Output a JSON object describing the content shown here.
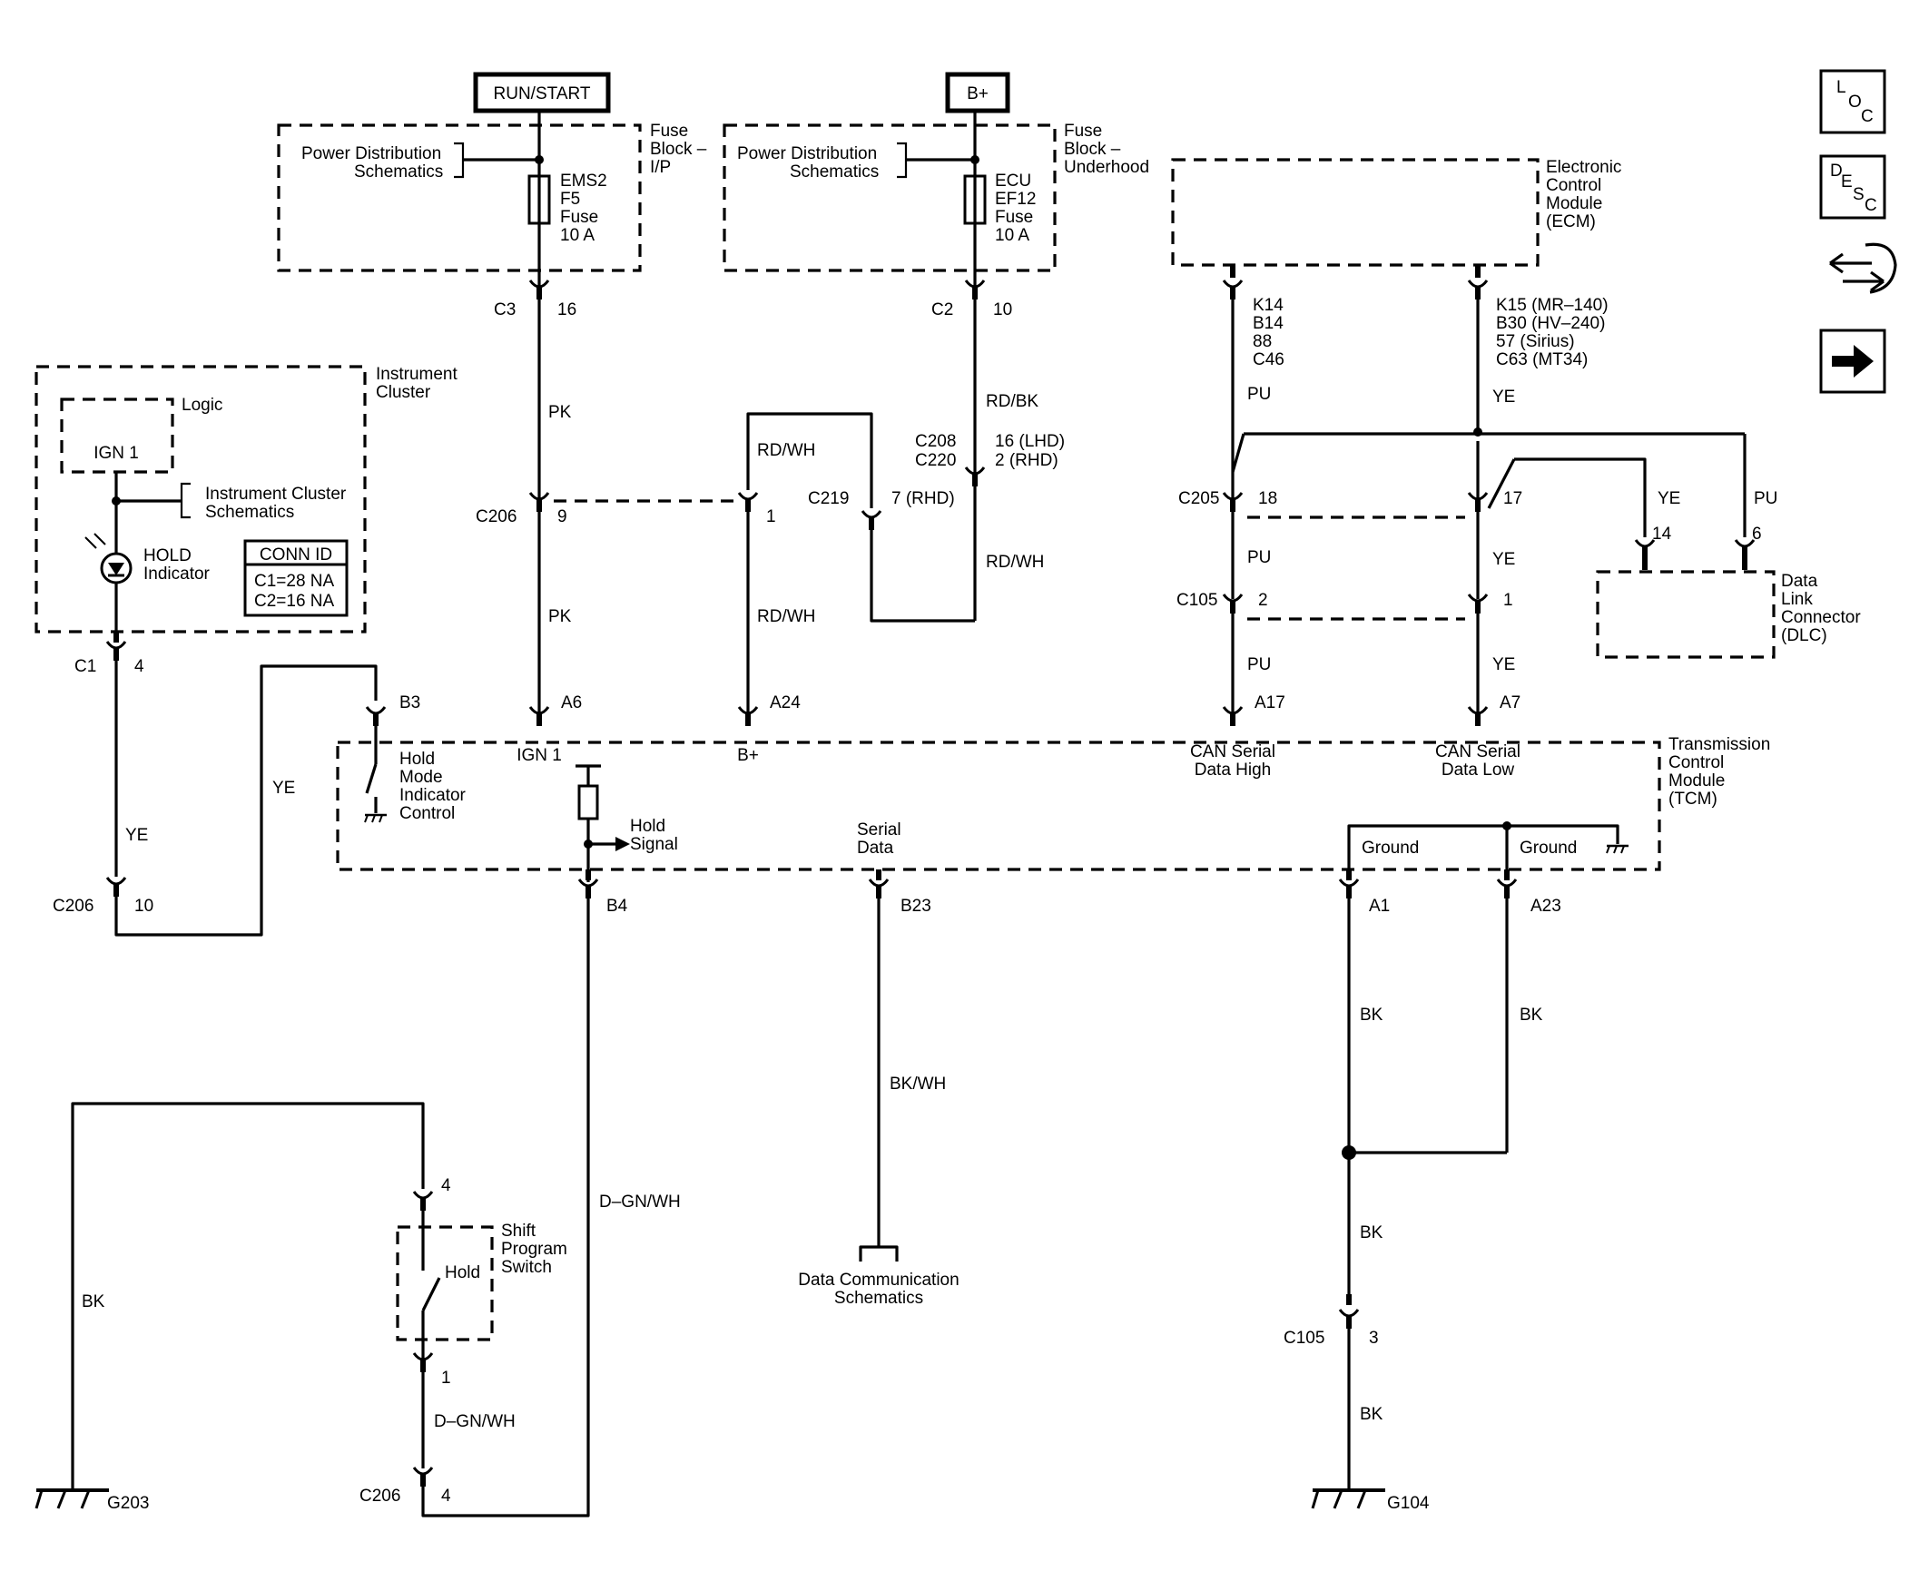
{
  "power": {
    "run_start": "RUN/START",
    "bplus": "B+"
  },
  "fuse_left": {
    "ref1": "Power Distribution",
    "ref2": "Schematics",
    "name": "EMS2",
    "num": "F5",
    "type": "Fuse",
    "amps": "10 A",
    "block1": "Fuse",
    "block2": "Block –",
    "block3": "I/P"
  },
  "fuse_right": {
    "ref1": "Power Distribution",
    "ref2": "Schematics",
    "name": "ECU",
    "num": "EF12",
    "type": "Fuse",
    "amps": "10 A",
    "block1": "Fuse",
    "block2": "Block –",
    "block3": "Underhood"
  },
  "ecm": {
    "l1": "Electronic",
    "l2": "Control",
    "l3": "Module",
    "l4": "(ECM)"
  },
  "ecm_pins_left": [
    "K14",
    "B14",
    "88",
    "C46"
  ],
  "ecm_pins_right": [
    "K15 (MR–140)",
    "B30 (HV–240)",
    "57 (Sirius)",
    "C63 (MT34)"
  ],
  "cluster": {
    "l1": "Instrument",
    "l2": "Cluster",
    "logic": "Logic",
    "ign": "IGN 1",
    "ref1": "Instrument Cluster",
    "ref2": "Schematics",
    "hold1": "HOLD",
    "hold2": "Indicator",
    "conn_title": "CONN ID",
    "conn1": "C1=28 NA",
    "conn2": "C2=16 NA"
  },
  "connectors": {
    "c3": "C3",
    "p16": "16",
    "c2": "C2",
    "p10": "10",
    "c208": "C208",
    "c220": "C220",
    "lhd": "16 (LHD)",
    "rhd": "2 (RHD)",
    "c219": "C219",
    "rhd7": "7 (RHD)",
    "c206": "C206",
    "p9": "9",
    "p1": "1",
    "c205": "C205",
    "p18": "18",
    "p17": "17",
    "c105": "C105",
    "p2": "2",
    "p1b": "1",
    "p14": "14",
    "p6": "6",
    "c1": "C1",
    "p4": "4",
    "c206b": "C206",
    "p10b": "10",
    "b3": "B3",
    "a6": "A6",
    "a24": "A24",
    "a17": "A17",
    "a7": "A7",
    "b4": "B4",
    "b23": "B23",
    "a1": "A1",
    "a23": "A23",
    "sw4": "4",
    "sw1": "1",
    "c206c": "C206",
    "p4c": "4",
    "c105b": "C105",
    "p3": "3",
    "g203": "G203",
    "g104": "G104"
  },
  "wires": {
    "pk1": "PK",
    "pk2": "PK",
    "rdbk": "RD/BK",
    "rdwh1": "RD/WH",
    "rdwh2": "RD/WH",
    "rdwh3": "RD/WH",
    "pu1": "PU",
    "pu2": "PU",
    "pu3": "PU",
    "pu4": "PU",
    "ye1": "YE",
    "ye2": "YE",
    "ye3": "YE",
    "ye4": "YE",
    "ye5": "YE",
    "ye6": "YE",
    "dgnwh1": "D–GN/WH",
    "dgnwh2": "D–GN/WH",
    "bkwh": "BK/WH",
    "bk1": "BK",
    "bk2": "BK",
    "bk3": "BK",
    "bk4": "BK",
    "bk5": "BK"
  },
  "dlc": {
    "l1": "Data",
    "l2": "Link",
    "l3": "Connector",
    "l4": "(DLC)"
  },
  "tcm": {
    "l1": "Transmission",
    "l2": "Control",
    "l3": "Module",
    "l4": "(TCM)",
    "ign": "IGN 1",
    "bplus": "B+",
    "canh1": "CAN Serial",
    "canh2": "Data High",
    "canl1": "CAN Serial",
    "canl2": "Data Low",
    "hm1": "Hold",
    "hm2": "Mode",
    "hm3": "Indicator",
    "hm4": "Control",
    "hs1": "Hold",
    "hs2": "Signal",
    "sd1": "Serial",
    "sd2": "Data",
    "gnd1": "Ground",
    "gnd2": "Ground"
  },
  "switch": {
    "l1": "Shift",
    "l2": "Program",
    "l3": "Switch",
    "hold": "Hold"
  },
  "datacomm": {
    "l1": "Data Communication",
    "l2": "Schematics"
  },
  "side_icons": {
    "loc": [
      "L",
      "O",
      "C"
    ],
    "desc": [
      "D",
      "E",
      "S",
      "C"
    ],
    "connector_icon": "connector-view-icon",
    "next_icon": "arrow-right-icon"
  }
}
